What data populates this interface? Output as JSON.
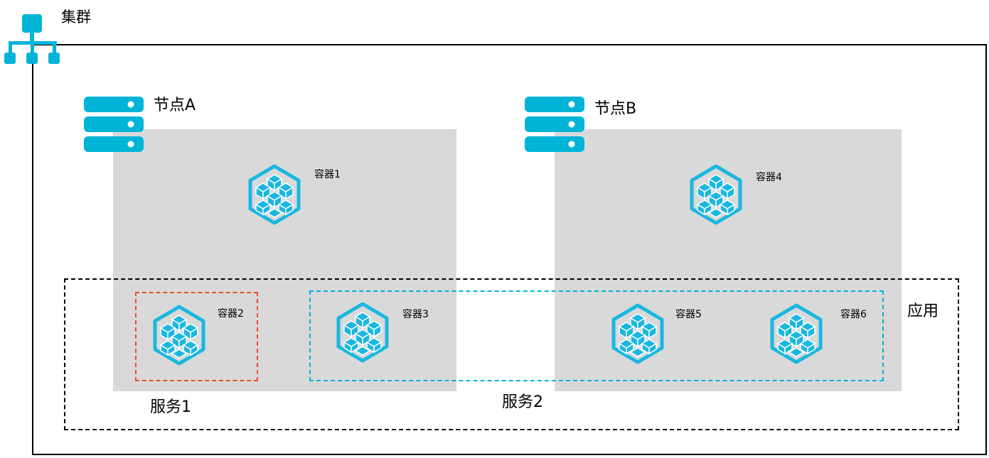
{
  "cluster": {
    "label": "集群",
    "icon": "cluster-network-icon"
  },
  "nodes": [
    {
      "label": "节点A",
      "icon": "server-icon"
    },
    {
      "label": "节点B",
      "icon": "server-icon"
    }
  ],
  "containers": [
    {
      "label": "容器1",
      "icon": "container-cube-icon"
    },
    {
      "label": "容器2",
      "icon": "container-cube-icon"
    },
    {
      "label": "容器3",
      "icon": "container-cube-icon"
    },
    {
      "label": "容器4",
      "icon": "container-cube-icon"
    },
    {
      "label": "容器5",
      "icon": "container-cube-icon"
    },
    {
      "label": "容器6",
      "icon": "container-cube-icon"
    }
  ],
  "app": {
    "label": "应用"
  },
  "services": [
    {
      "label": "服务1"
    },
    {
      "label": "服务2"
    }
  ],
  "colors": {
    "accent": "#00b4d8",
    "icon_blue": "#1ab7e0",
    "node_fill": "#d9d9d9",
    "service1_border": "#e8512e",
    "service2_border": "#00b4d8",
    "frame": "#000000"
  }
}
